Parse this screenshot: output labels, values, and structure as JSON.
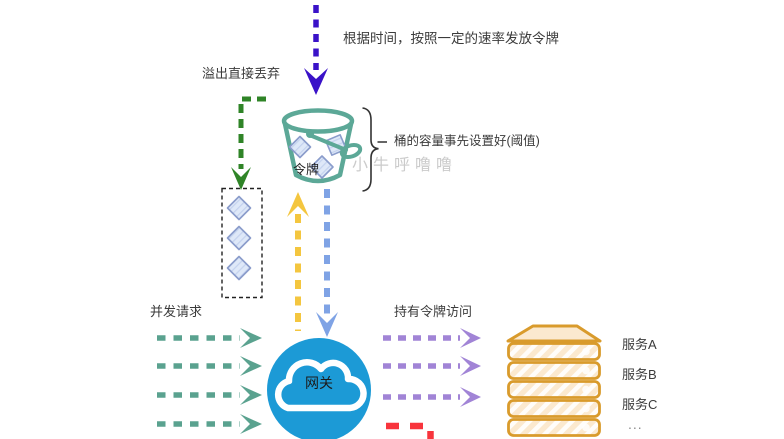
{
  "labels": {
    "rate_text": "根据时间，按照一定的速率发放令牌",
    "overflow_text": "溢出直接丢弃",
    "capacity_text": "桶的容量事先设置好(阈值)",
    "token_label": "令牌",
    "watermark": "小牛呼噜噜",
    "concurrent_requests": "并发请求",
    "token_access": "持有令牌访问",
    "gateway": "网关",
    "services": [
      "服务A",
      "服务B",
      "服务C"
    ],
    "services_ellipsis": "..."
  },
  "icons": [
    "token-bucket-icon",
    "token-diamond-icon",
    "gateway-cloud-icon",
    "server-stack-icon"
  ],
  "colors": {
    "issue_rate_arrow": "#3a12c8",
    "overflow_arrow": "#2f8427",
    "concurrent_request_arrow": "#5aa28f",
    "token_access_arrow": "#a184d6",
    "token_fetch_arrow": "#f4c63f",
    "token_grant_arrow": "#7fa3e5",
    "reject_arrow": "#f8343c",
    "bucket": "#5ca897",
    "token_fill": "#dee8f8",
    "token_border": "#8a9ccb",
    "gateway_circle": "#1c9ad6",
    "server_border": "#d99b2c",
    "server_fill": "#fbe9cf",
    "text": "#3b3b3b",
    "watermark": "#cbcbcb"
  }
}
